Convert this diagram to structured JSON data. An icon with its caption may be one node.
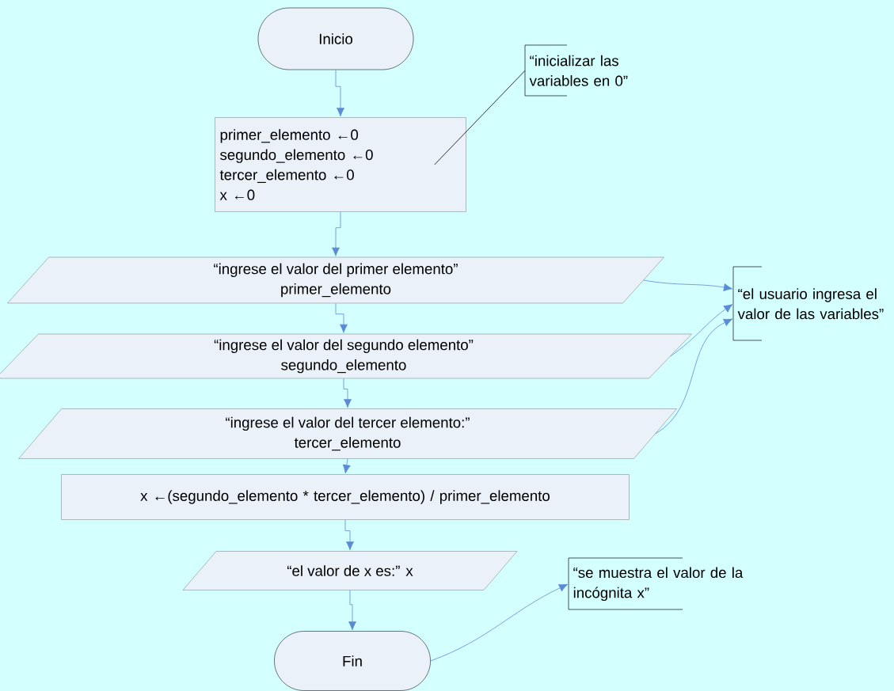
{
  "diagram": {
    "nodes": [
      {
        "text": [
          "Inicio"
        ]
      },
      {
        "text": [
          "primer_elemento ←0",
          "segundo_elemento ←0",
          "tercer_elemento ←0",
          "x ←0"
        ]
      },
      {
        "text": [
          "“inicializar las variables en 0”"
        ]
      },
      {
        "text": [
          "“ingrese el valor del primer elemento”",
          "primer_elemento"
        ]
      },
      {
        "text": [
          "“ingrese el valor del segundo elemento”",
          "segundo_elemento"
        ]
      },
      {
        "text": [
          "“ingrese el valor del tercer elemento:”",
          "tercer_elemento"
        ]
      },
      {
        "text": [
          "“el usuario ingresa el valor de las variables”"
        ]
      },
      {
        "text": [
          "x ←(segundo_elemento * tercer_elemento) / primer_elemento"
        ]
      },
      {
        "text": [
          "“el valor de x es:” x"
        ]
      },
      {
        "text": [
          "“se muestra el valor de la incógnita x”"
        ]
      },
      {
        "text": [
          "Fin"
        ]
      }
    ],
    "edges": [
      {
        "from": 0,
        "to": 1,
        "arrow": "to"
      },
      {
        "from": 2,
        "to": 1,
        "arrow": "none",
        "color": "#000000"
      },
      {
        "from": 1,
        "to": 3,
        "arrow": "to"
      },
      {
        "from": 3,
        "to": 4,
        "arrow": "to"
      },
      {
        "from": 4,
        "to": 5,
        "arrow": "to"
      },
      {
        "from": 3,
        "to": 6,
        "arrow": "to"
      },
      {
        "from": 4,
        "to": 6,
        "arrow": "to"
      },
      {
        "from": 5,
        "to": 6,
        "arrow": "to"
      },
      {
        "from": 5,
        "to": 7,
        "arrow": "to"
      },
      {
        "from": 7,
        "to": 8,
        "arrow": "to"
      },
      {
        "from": 8,
        "to": 10,
        "arrow": "to"
      },
      {
        "from": 10,
        "to": 9,
        "arrow": "to"
      }
    ]
  }
}
